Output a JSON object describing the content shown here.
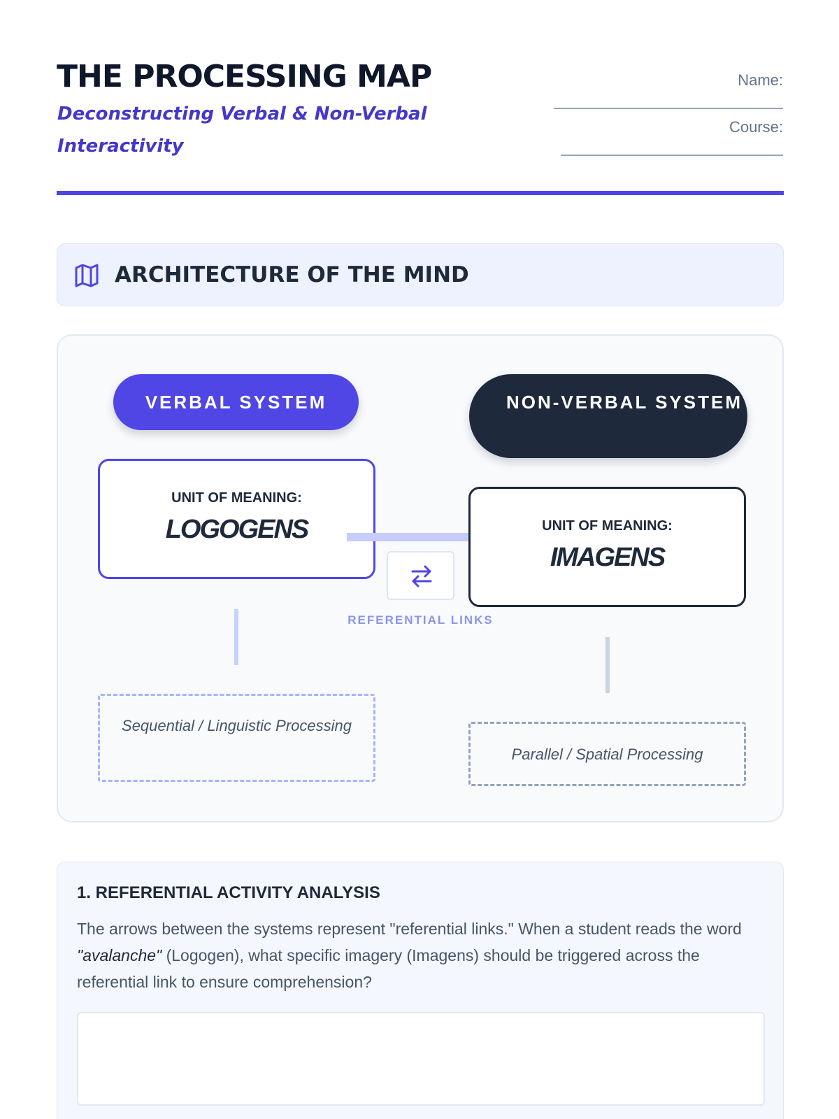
{
  "header": {
    "title": "THE PROCESSING MAP",
    "subtitle": "Deconstructing Verbal & Non-Verbal Interactivity",
    "name_label": "Name:",
    "course_label": "Course:"
  },
  "section": {
    "icon": "map-icon",
    "title": "ARCHITECTURE OF THE MIND"
  },
  "diagram": {
    "verbal": {
      "system_label": "VERBAL SYSTEM",
      "unit_label": "UNIT OF MEANING:",
      "unit_name": "LOGOGENS",
      "processing": "Sequential / Linguistic Processing"
    },
    "nonverbal": {
      "system_label": "NON-VERBAL SYSTEM",
      "unit_label": "UNIT OF MEANING:",
      "unit_name": "IMAGENS",
      "processing": "Parallel / Spatial Processing"
    },
    "link_icon": "swap-arrows-icon",
    "link_label": "REFERENTIAL LINKS"
  },
  "question": {
    "title": "1. REFERENTIAL ACTIVITY ANALYSIS",
    "text_before": "The arrows between the systems represent \"referential links.\" When a student reads the word ",
    "emphasis": "\"avalanche\"",
    "text_after": " (Logogen), what specific imagery (Imagens) should be triggered across the referential link to ensure comprehension?",
    "answer": ""
  },
  "colors": {
    "accent": "#4f46e5",
    "accent_text": "#4338ca",
    "dark": "#1e293b",
    "panel": "#f8fafc",
    "section_bg": "#eef2fe"
  }
}
